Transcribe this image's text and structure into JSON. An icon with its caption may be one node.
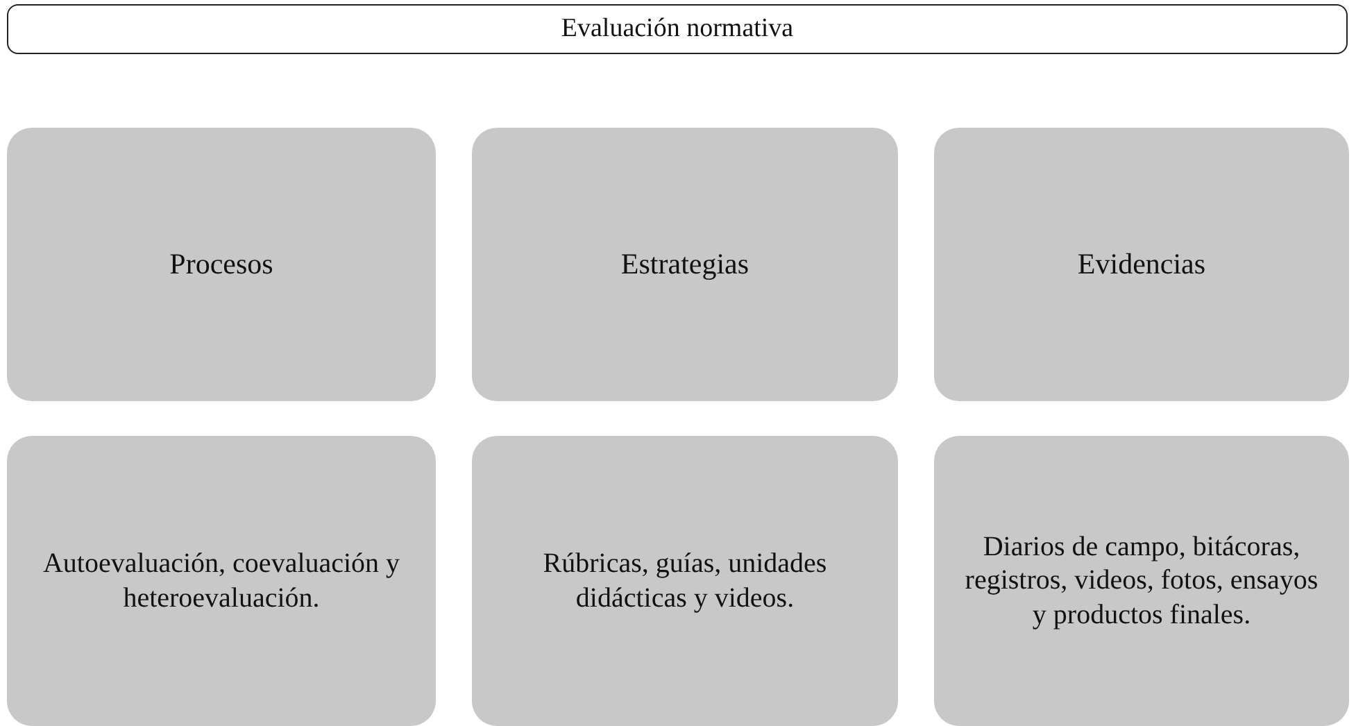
{
  "diagram": {
    "nodes": [
      {
        "text": [
          "Evaluación normativa"
        ]
      },
      {
        "text": [
          "Procesos"
        ]
      },
      {
        "text": [
          "Estrategias"
        ]
      },
      {
        "text": [
          "Evidencias"
        ]
      },
      {
        "text": [
          "Autoevaluación, coevaluación y heteroevaluación."
        ]
      },
      {
        "text": [
          "Rúbricas, guías, unidades didácticas y videos."
        ]
      },
      {
        "text": [
          "Diarios de campo, bitácoras, registros, videos, fotos, ensayos y productos finales."
        ]
      }
    ]
  }
}
